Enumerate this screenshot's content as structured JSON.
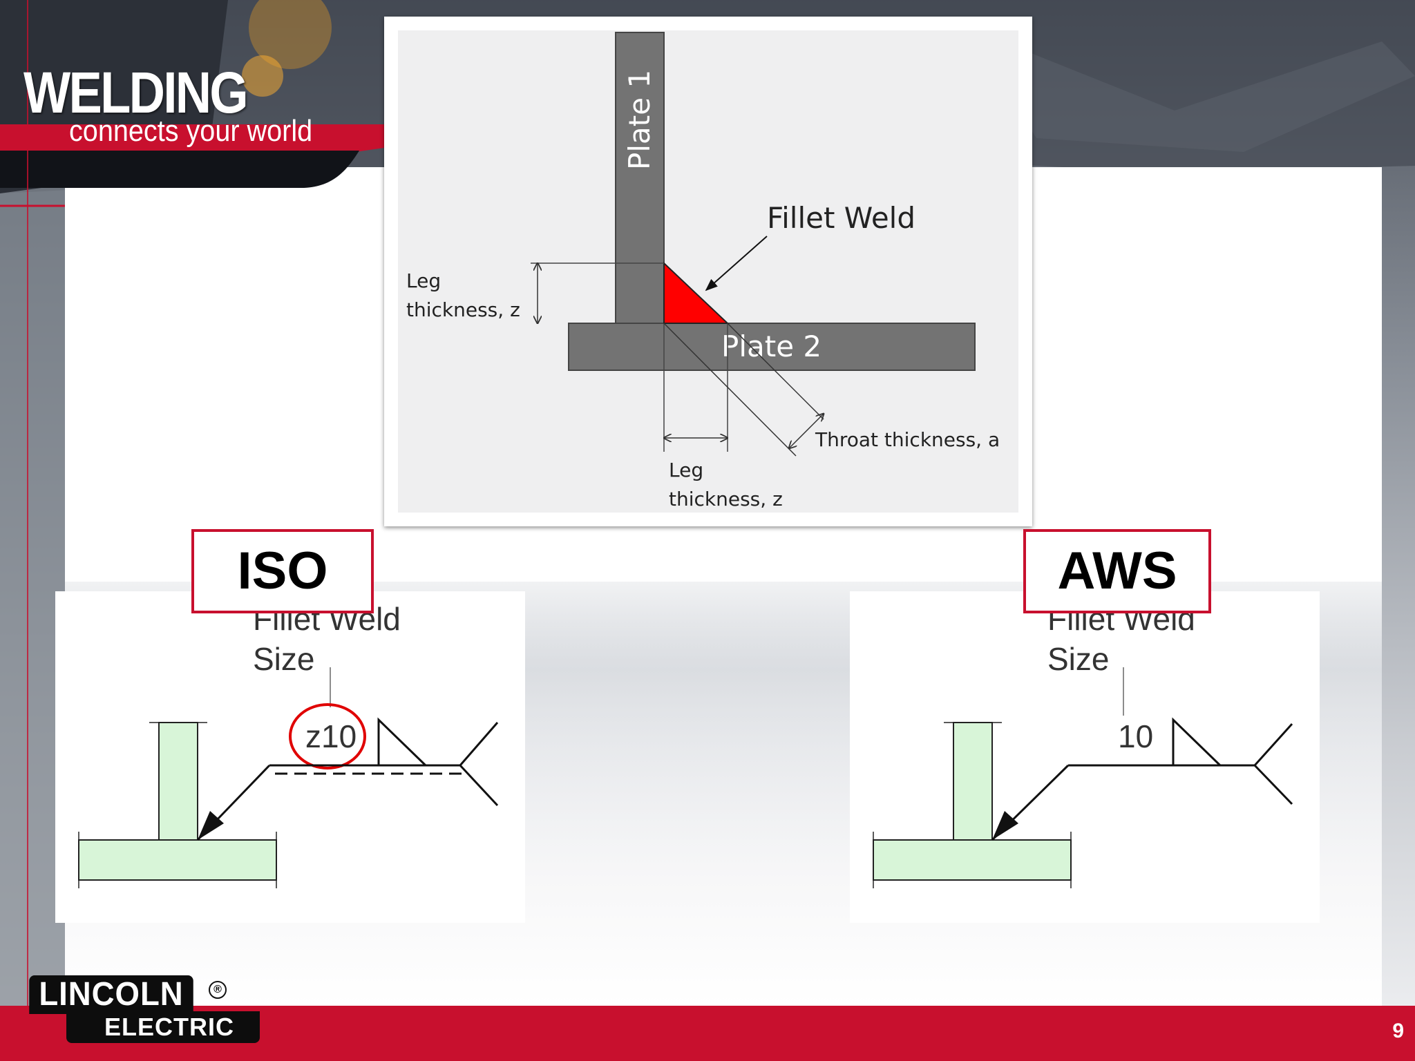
{
  "header": {
    "logo_title": "WELDING",
    "logo_tagline": "connects your world"
  },
  "top_diagram": {
    "plate1_label": "Plate 1",
    "plate2_label": "Plate 2",
    "fillet_weld_label": "Fillet Weld",
    "leg_thickness_left": [
      "Leg",
      "thickness, z"
    ],
    "leg_thickness_bottom": [
      "Leg",
      "thickness, z"
    ],
    "throat_label": "Throat thickness, a"
  },
  "iso": {
    "title": "ISO",
    "size_label": [
      "Fillet Weld",
      "Size"
    ],
    "size_value": "z10"
  },
  "aws": {
    "title": "AWS",
    "size_label": [
      "Fillet Weld",
      "Size"
    ],
    "size_value": "10"
  },
  "footer": {
    "brand_top": "LINCOLN",
    "brand_bottom": "ELECTRIC",
    "page_number": "9"
  },
  "colors": {
    "accent_red": "#c8102e",
    "weld_red": "#ff0000",
    "plate_gray": "#737373",
    "symbol_green": "#d8f5d8"
  }
}
